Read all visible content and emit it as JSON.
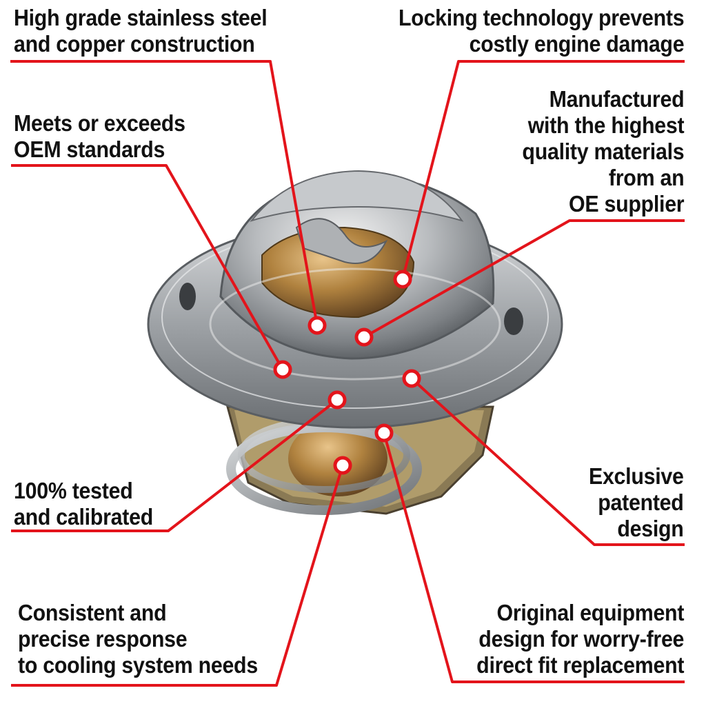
{
  "accent_color": "#e3141b",
  "callouts": [
    {
      "id": "steel",
      "lines": [
        "High grade stainless steel",
        "and copper construction"
      ]
    },
    {
      "id": "locking",
      "lines": [
        "Locking technology prevents",
        "costly engine damage"
      ]
    },
    {
      "id": "oem",
      "lines": [
        "Meets or exceeds",
        "OEM standards"
      ]
    },
    {
      "id": "manufactured",
      "lines": [
        "Manufactured",
        "with the highest",
        "quality materials",
        "from an",
        "OE supplier"
      ]
    },
    {
      "id": "tested",
      "lines": [
        "100% tested",
        "and calibrated"
      ]
    },
    {
      "id": "exclusive",
      "lines": [
        "Exclusive",
        "patented",
        "design"
      ]
    },
    {
      "id": "consistent",
      "lines": [
        "Consistent and",
        "precise response",
        "to cooling system needs"
      ]
    },
    {
      "id": "original",
      "lines": [
        "Original equipment",
        "design for worry-free",
        "direct fit replacement"
      ]
    }
  ]
}
